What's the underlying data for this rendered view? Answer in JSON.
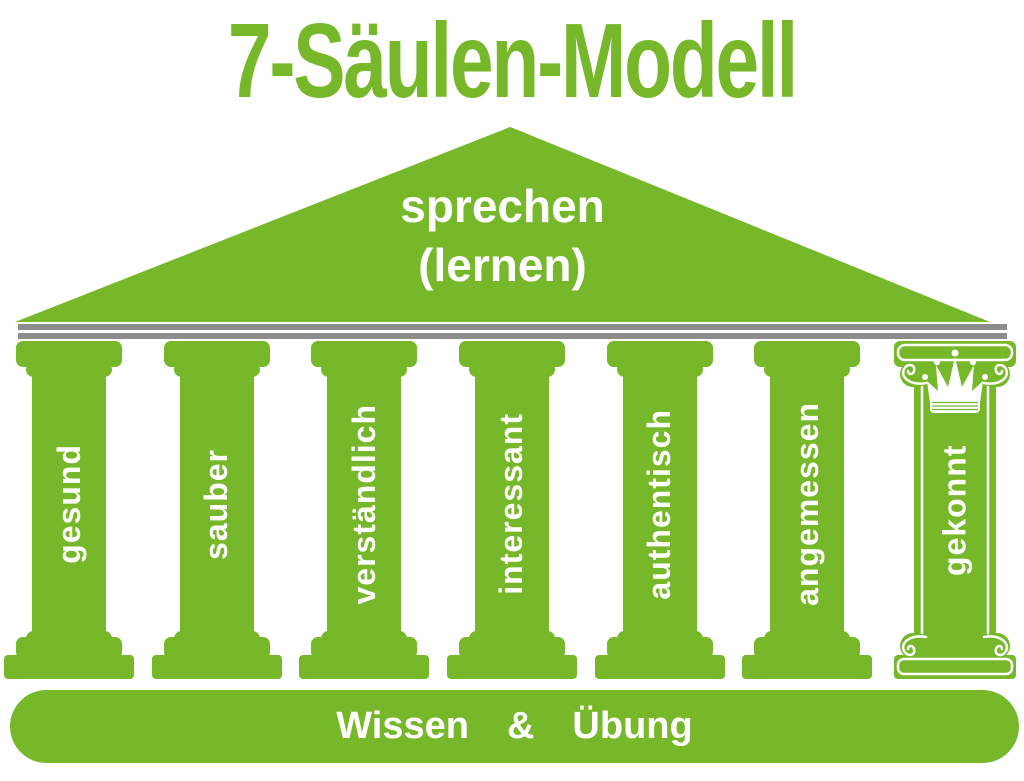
{
  "title": "7-Säulen-Modell",
  "pediment": {
    "line1": "sprechen",
    "line2": "(lernen)"
  },
  "pillars": [
    {
      "label": "gesund"
    },
    {
      "label": "sauber"
    },
    {
      "label": "verständlich"
    },
    {
      "label": "interessant"
    },
    {
      "label": "authentisch"
    },
    {
      "label": "angemessen"
    },
    {
      "label": "gekonnt",
      "decoration": "crown-icon"
    }
  ],
  "foundation": {
    "parts": [
      "Wissen",
      "&",
      "Übung"
    ]
  },
  "colors": {
    "green": "#76b82a",
    "gray": "#8d8d8d",
    "text_on_green": "#ffffff",
    "background": "#ffffff"
  }
}
